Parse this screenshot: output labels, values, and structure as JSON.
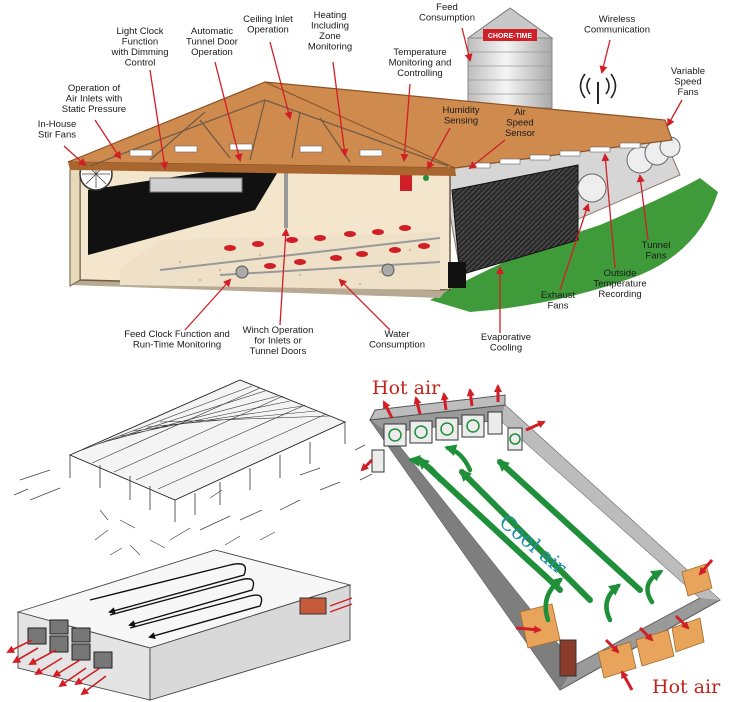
{
  "top_diagram": {
    "silo_brand": "CHORE-TIME",
    "labels": [
      {
        "id": "feed-consumption",
        "lines": [
          "Feed",
          "Consumption"
        ]
      },
      {
        "id": "ceiling-inlet-operation",
        "lines": [
          "Ceiling Inlet",
          "Operation"
        ]
      },
      {
        "id": "heating-zone-monitoring",
        "lines": [
          "Heating",
          "Including",
          "Zone",
          "Monitoring"
        ]
      },
      {
        "id": "light-clock-dimming",
        "lines": [
          "Light Clock",
          "Function",
          "with Dimming",
          "Control"
        ]
      },
      {
        "id": "automatic-tunnel-door",
        "lines": [
          "Automatic",
          "Tunnel Door",
          "Operation"
        ]
      },
      {
        "id": "temperature-monitoring",
        "lines": [
          "Temperature",
          "Monitoring and",
          "Controlling"
        ]
      },
      {
        "id": "wireless-communication",
        "lines": [
          "Wireless",
          "Communication"
        ]
      },
      {
        "id": "variable-speed-fans",
        "lines": [
          "Variable",
          "Speed",
          "Fans"
        ]
      },
      {
        "id": "air-inlets-static-pressure",
        "lines": [
          "Operation of",
          "Air Inlets with",
          "Static Pressure"
        ]
      },
      {
        "id": "humidity-sensing",
        "lines": [
          "Humidity",
          "Sensing"
        ]
      },
      {
        "id": "air-speed-sensor",
        "lines": [
          "Air",
          "Speed",
          "Sensor"
        ]
      },
      {
        "id": "in-house-stir-fans",
        "lines": [
          "In-House",
          "Stir Fans"
        ]
      },
      {
        "id": "tunnel-fans",
        "lines": [
          "Tunnel",
          "Fans"
        ]
      },
      {
        "id": "outside-temperature",
        "lines": [
          "Outside",
          "Temperature",
          "Recording"
        ]
      },
      {
        "id": "exhaust-fans",
        "lines": [
          "Exhaust",
          "Fans"
        ]
      },
      {
        "id": "feed-clock-runtime",
        "lines": [
          "Feed Clock Function and",
          "Run-Time Monitoring"
        ]
      },
      {
        "id": "winch-operation",
        "lines": [
          "Winch Operation",
          "for Inlets or",
          "Tunnel Doors"
        ]
      },
      {
        "id": "water-consumption",
        "lines": [
          "Water",
          "Consumption"
        ]
      },
      {
        "id": "evaporative-cooling",
        "lines": [
          "Evaporative",
          "Cooling"
        ]
      }
    ]
  },
  "right_diagram": {
    "hot_air_top": "Hot air",
    "cool_air": "Cool air",
    "hot_air_bottom": "Hot air"
  },
  "colors": {
    "roof": "#cf8a4e",
    "roof_dark": "#a9662f",
    "wall": "#f3e6cc",
    "grass": "#3f9a3a",
    "callout": "#d01f26",
    "airflow_green": "#1f8f3a",
    "pad_orange": "#e8a45a",
    "steel_gray": "#8a8a8a"
  }
}
